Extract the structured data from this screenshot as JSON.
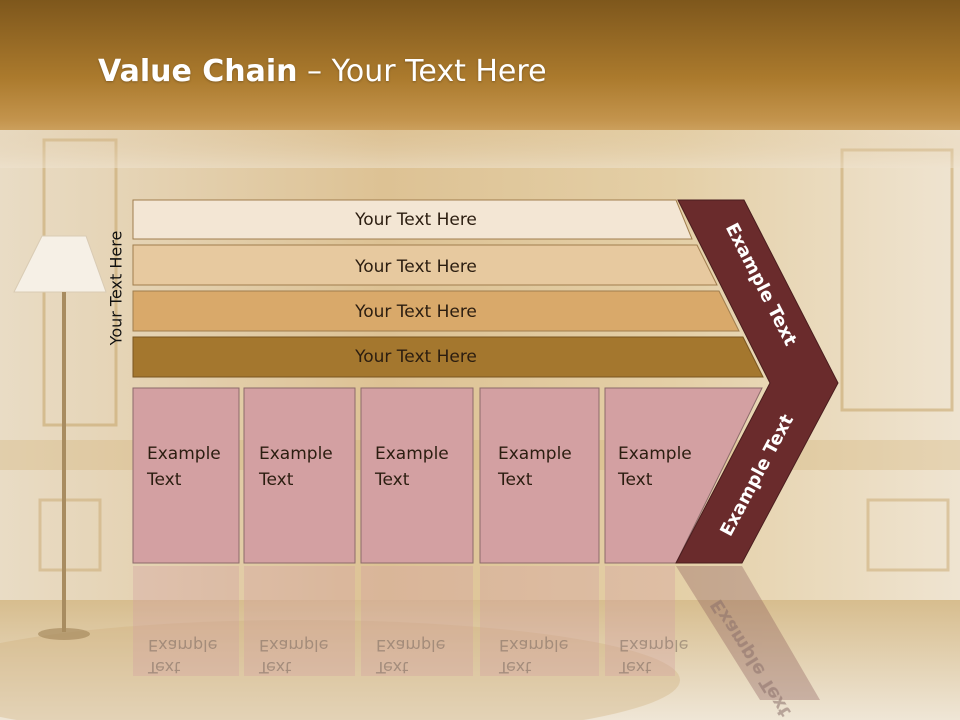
{
  "slide": {
    "title_bold": "Value Chain",
    "title_rest": " – Your Text Here",
    "vertical_label": "Your Text Here"
  },
  "bars": [
    {
      "label": "Your Text Here"
    },
    {
      "label": "Your Text Here"
    },
    {
      "label": "Your Text Here"
    },
    {
      "label": "Your Text Here"
    }
  ],
  "boxes": [
    {
      "line1": "Example",
      "line2": "Text"
    },
    {
      "line1": "Example",
      "line2": "Text"
    },
    {
      "line1": "Example",
      "line2": "Text"
    },
    {
      "line1": "Example",
      "line2": "Text"
    },
    {
      "line1": "Example",
      "line2": "Text"
    }
  ],
  "arrow": {
    "upper_label": "Example Text",
    "lower_label": "Example Text"
  },
  "colors": {
    "header": "#a97a2c",
    "bar1": "#f3e6d4",
    "bar2": "#e7c99f",
    "bar3": "#d9a96a",
    "bar4": "#a4772e",
    "box": "#d3a0a2",
    "arrow": "#6a2b2c"
  }
}
